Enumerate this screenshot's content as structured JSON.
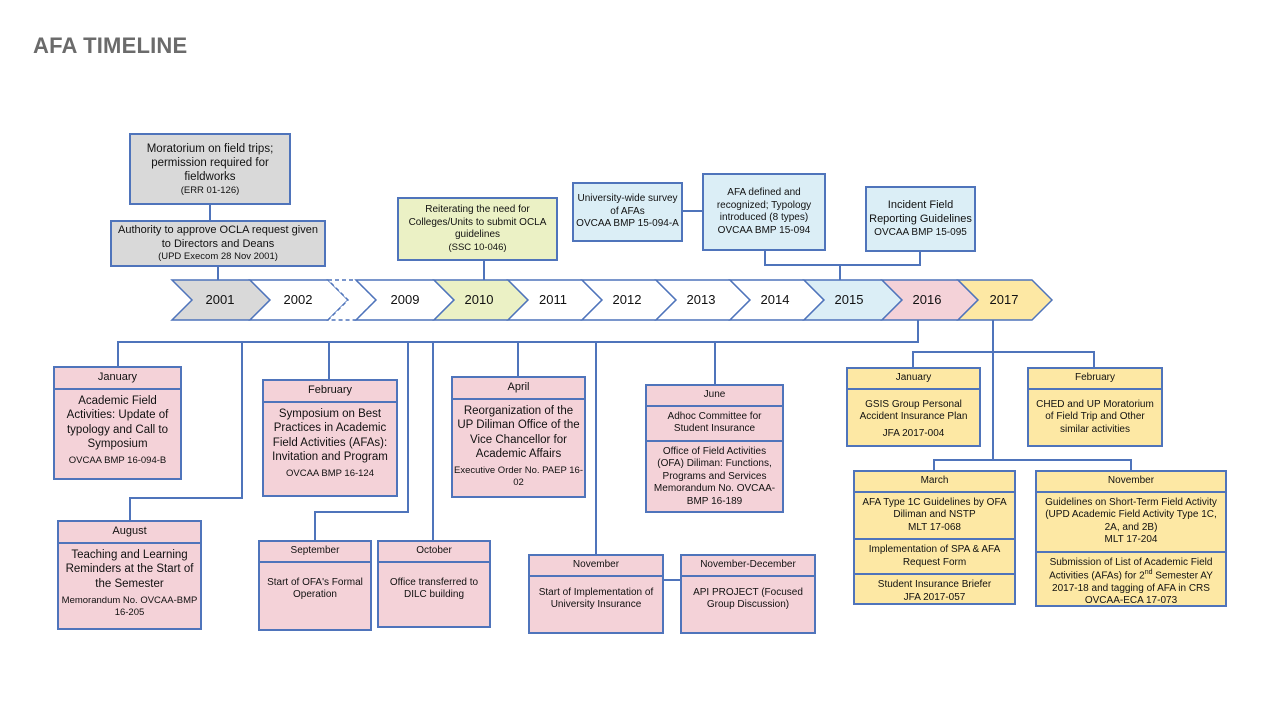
{
  "title": "AFA TIMELINE",
  "years": [
    "2001",
    "2002",
    "2009",
    "2010",
    "2011",
    "2012",
    "2013",
    "2014",
    "2015",
    "2016",
    "2017"
  ],
  "top": {
    "moratorium": {
      "text": "Moratorium on field trips; permission required for fieldworks",
      "ref": "(ERR 01-126)"
    },
    "authority": {
      "text": "Authority to approve OCLA request given to Directors and Deans",
      "ref": "(UPD Execom 28 Nov 2001)"
    },
    "reiterating": {
      "text": "Reiterating the need for Colleges/Units to submit OCLA guidelines",
      "ref": "(SSC 10-046)"
    },
    "survey": {
      "text": "University-wide survey of AFAs",
      "ref": "OVCAA BMP 15-094-A"
    },
    "defined": {
      "text": "AFA defined and recognized; Typology introduced (8 types)",
      "ref": "OVCAA BMP 15-094"
    },
    "incident": {
      "text": "Incident Field Reporting Guidelines",
      "ref": "OVCAA BMP 15-095"
    }
  },
  "y2016": {
    "january": {
      "month": "January",
      "text": "Academic Field Activities: Update of typology and Call to Symposium",
      "ref": "OVCAA BMP 16-094-B"
    },
    "february": {
      "month": "February",
      "text": "Symposium on Best Practices in Academic Field Activities (AFAs): Invitation and Program",
      "ref": "OVCAA BMP 16-124"
    },
    "april": {
      "month": "April",
      "text": "Reorganization of the UP Diliman Office of the Vice Chancellor for Academic Affairs",
      "ref": "Executive Order No. PAEP 16-02"
    },
    "june": {
      "month": "June",
      "text1": "Adhoc Committee for Student Insurance",
      "text2": "Office of Field Activities (OFA) Diliman: Functions, Programs and Services",
      "ref": "Memorandum No. OVCAA-BMP 16-189"
    },
    "august": {
      "month": "August",
      "text": "Teaching and Learning Reminders at the Start of the Semester",
      "ref": "Memorandum No. OVCAA-BMP 16-205"
    },
    "september": {
      "month": "September",
      "text": "Start of OFA's Formal Operation"
    },
    "october": {
      "month": "October",
      "text": "Office transferred to DILC building"
    },
    "november": {
      "month": "November",
      "text": "Start of Implementation of University Insurance"
    },
    "novdec": {
      "month": "November-December",
      "text": "API PROJECT (Focused Group Discussion)"
    }
  },
  "y2017": {
    "january": {
      "month": "January",
      "text": "GSIS Group Personal Accident Insurance Plan",
      "ref": "JFA 2017-004"
    },
    "february": {
      "month": "February",
      "text": "CHED and UP Moratorium of Field Trip and Other similar activities"
    },
    "march": {
      "month": "March",
      "item1": "AFA Type 1C Guidelines by OFA Diliman and NSTP",
      "ref1": "MLT 17-068",
      "item2": "Implementation of SPA & AFA Request Form",
      "item3": "Student Insurance Briefer",
      "ref3": "JFA 2017-057"
    },
    "november": {
      "month": "November",
      "item1": "Guidelines on Short-Term Field Activity (UPD Academic Field Activity Type 1C, 2A, and 2B)",
      "ref1": "MLT 17-204",
      "item2a": "Submission of List of Academic Field Activities (AFAs) for 2",
      "item2sup": "nd",
      "item2b": " Semester AY 2017-18 and tagging of AFA in CRS",
      "ref2": "OVCAA-ECA 17-073"
    }
  },
  "colors": {
    "border": "#4f74bb",
    "gray": "#d9d9d9",
    "green": "#ebf1c5",
    "blue": "#dbeef6",
    "pink": "#f4d2d8",
    "yellow": "#fde8a4",
    "title": "#6b6b6b"
  }
}
